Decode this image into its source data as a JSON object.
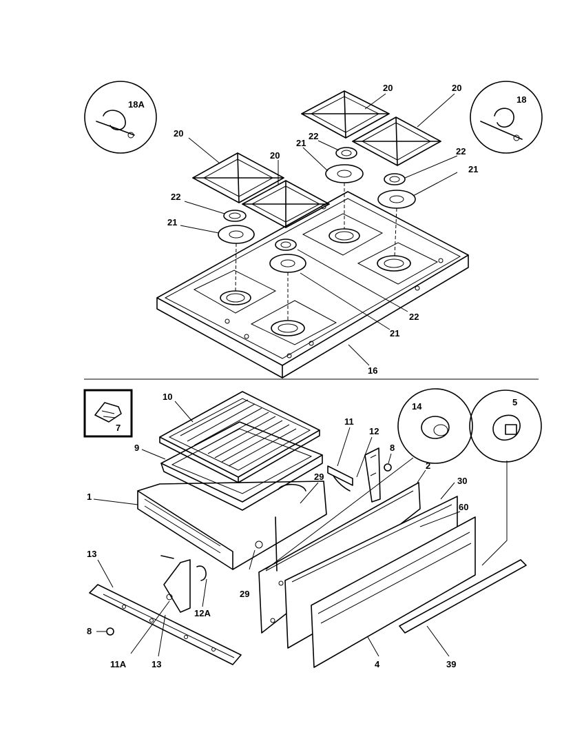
{
  "colors": {
    "line": "#000000",
    "background": "#ffffff"
  },
  "labels": {
    "top_20_a": "20",
    "top_20_b": "20",
    "top_20_c": "20",
    "top_20_d": "20",
    "top_18a": "18A",
    "top_18": "18",
    "top_22_a": "22",
    "top_22_b": "22",
    "top_22_c": "22",
    "top_22_d": "22",
    "top_21_a": "21",
    "top_21_b": "21",
    "top_21_c": "21",
    "top_21_d": "21",
    "top_16": "16",
    "bot_10": "10",
    "bot_7": "7",
    "bot_9": "9",
    "bot_1": "1",
    "bot_11": "11",
    "bot_12": "12",
    "bot_8_a": "8",
    "bot_14": "14",
    "bot_5": "5",
    "bot_2": "2",
    "bot_29_a": "29",
    "bot_30": "30",
    "bot_60": "60",
    "bot_13_a": "13",
    "bot_12a": "12A",
    "bot_29_b": "29",
    "bot_8_b": "8",
    "bot_11a": "11A",
    "bot_13_b": "13",
    "bot_4": "4",
    "bot_39": "39"
  }
}
